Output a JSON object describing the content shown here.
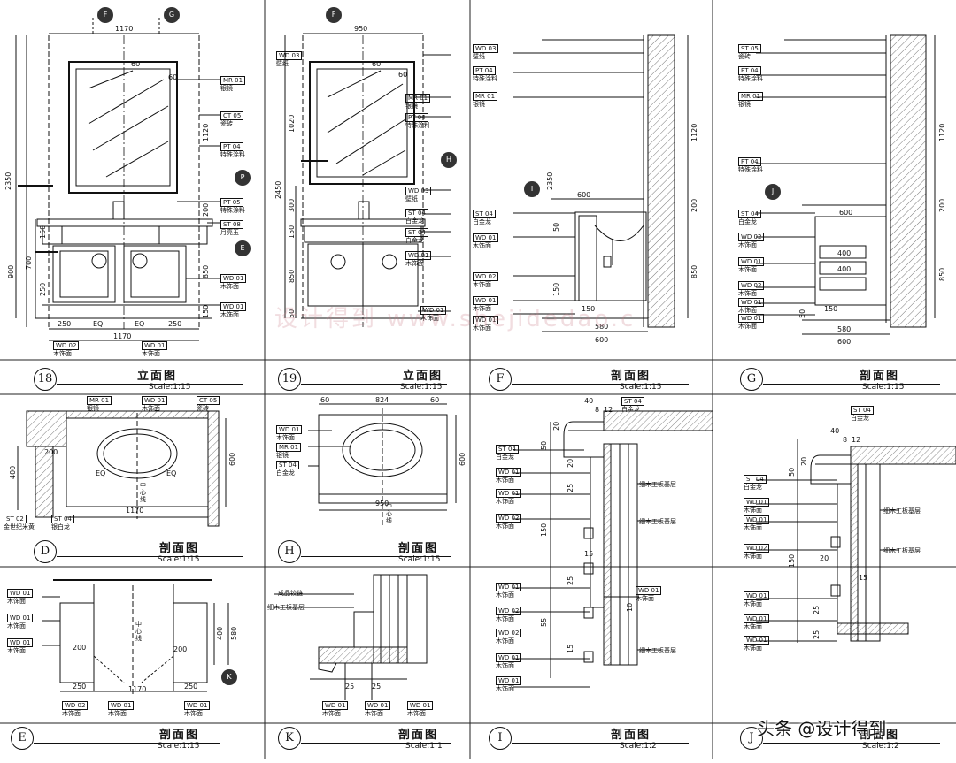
{
  "panels": [
    {
      "id": "18",
      "title": "立面图",
      "scale": "Scale:1:15"
    },
    {
      "id": "19",
      "title": "立面图",
      "scale": "Scale:1:15"
    },
    {
      "id": "F",
      "title": "剖面图",
      "scale": "Scale:1:15"
    },
    {
      "id": "G",
      "title": "剖面图",
      "scale": "Scale:1:15"
    },
    {
      "id": "D",
      "title": "剖面图",
      "scale": "Scale:1:15"
    },
    {
      "id": "H",
      "title": "剖面图",
      "scale": "Scale:1:15"
    },
    {
      "id": "E",
      "title": "剖面图",
      "scale": "Scale:1:15"
    },
    {
      "id": "K",
      "title": "剖面图",
      "scale": "Scale:1:1"
    },
    {
      "id": "I",
      "title": "剖面图",
      "scale": "Scale:1:2"
    },
    {
      "id": "J",
      "title": "剖面图",
      "scale": "Scale:1:2"
    }
  ],
  "p18": {
    "markers": [
      "F",
      "G",
      "P",
      "E"
    ],
    "dims": [
      "1170",
      "2350",
      "1120",
      "200",
      "150",
      "900",
      "700",
      "250",
      "850",
      "150",
      "250",
      "EQ",
      "EQ",
      "250",
      "1170",
      "60",
      "60"
    ],
    "tags": [
      {
        "code": "MR 01",
        "desc": "银镜"
      },
      {
        "code": "CT 05",
        "desc": "瓷砖"
      },
      {
        "code": "PT 04",
        "desc": "特殊涂料"
      },
      {
        "code": "PT 05",
        "desc": "特殊涂料"
      },
      {
        "code": "ST 08",
        "desc": "月亮玉"
      },
      {
        "code": "WD 01",
        "desc": "木饰面"
      },
      {
        "code": "WD 01",
        "desc": "木饰面"
      },
      {
        "code": "WD 02",
        "desc": "木饰面"
      },
      {
        "code": "WD 01",
        "desc": "木饰面"
      }
    ]
  },
  "p19": {
    "markers": [
      "F",
      "H"
    ],
    "dims": [
      "950",
      "2450",
      "1020",
      "300",
      "150",
      "850",
      "50",
      "60",
      "60"
    ],
    "tags": [
      {
        "code": "WD 03",
        "desc": "壁纸"
      },
      {
        "code": "MR 01",
        "desc": "银镜"
      },
      {
        "code": "PT 04",
        "desc": "特殊涂料"
      },
      {
        "code": "WD 03",
        "desc": "壁纸"
      },
      {
        "code": "ST 04",
        "desc": "白金龙"
      },
      {
        "code": "ST 04",
        "desc": "白金龙"
      },
      {
        "code": "WD 01",
        "desc": "木饰面"
      },
      {
        "code": "WD 01",
        "desc": "木饰面"
      }
    ]
  },
  "pF": {
    "markers": [
      "I"
    ],
    "dims": [
      "1120",
      "2350",
      "600",
      "200",
      "850",
      "50",
      "150",
      "580",
      "600",
      "150"
    ],
    "tags": [
      {
        "code": "WD 03",
        "desc": "壁纸"
      },
      {
        "code": "PT 04",
        "desc": "特殊涂料"
      },
      {
        "code": "MR 01",
        "desc": "银镜"
      },
      {
        "code": "ST 04",
        "desc": "白金龙"
      },
      {
        "code": "WD 01",
        "desc": "木饰面"
      },
      {
        "code": "WD 02",
        "desc": "木饰面"
      },
      {
        "code": "WD 01",
        "desc": "木饰面"
      },
      {
        "code": "WD 01",
        "desc": "木饰面"
      }
    ]
  },
  "pG": {
    "markers": [
      "J"
    ],
    "dims": [
      "1120",
      "600",
      "200",
      "850",
      "400",
      "400",
      "50",
      "150",
      "580",
      "600"
    ],
    "tags": [
      {
        "code": "ST 05",
        "desc": "瓷砖"
      },
      {
        "code": "PT 04",
        "desc": "特殊涂料"
      },
      {
        "code": "MR 01",
        "desc": "银镜"
      },
      {
        "code": "PT 04",
        "desc": "特殊涂料"
      },
      {
        "code": "ST 04",
        "desc": "白金龙"
      },
      {
        "code": "WD 02",
        "desc": "木饰面"
      },
      {
        "code": "WD 01",
        "desc": "木饰面"
      },
      {
        "code": "WD 02",
        "desc": "木饰面"
      },
      {
        "code": "WD 01",
        "desc": "木饰面"
      },
      {
        "code": "WD 01",
        "desc": "木饰面"
      }
    ]
  },
  "pD": {
    "dims": [
      "400",
      "200",
      "600",
      "EQ",
      "EQ",
      "1170"
    ],
    "center": "中心线",
    "tags": [
      {
        "code": "MR 01",
        "desc": "银镜"
      },
      {
        "code": "WD 01",
        "desc": "木饰面"
      },
      {
        "code": "CT 05",
        "desc": "瓷砖"
      },
      {
        "code": "ST 02",
        "desc": "金世纪米黄"
      },
      {
        "code": "ST 04",
        "desc": "银白龙"
      }
    ]
  },
  "pH": {
    "dims": [
      "60",
      "824",
      "60",
      "600",
      "950"
    ],
    "center": "中心线",
    "tags": [
      {
        "code": "WD 01",
        "desc": "木饰面"
      },
      {
        "code": "MR 01",
        "desc": "银镜"
      },
      {
        "code": "ST 04",
        "desc": "白金龙"
      }
    ]
  },
  "pE": {
    "markers": [
      "K"
    ],
    "dims": [
      "200",
      "400",
      "580",
      "200",
      "250",
      "1170",
      "250"
    ],
    "center": "中心线",
    "tags": [
      {
        "code": "WD 01",
        "desc": "木饰面"
      },
      {
        "code": "WD 01",
        "desc": "木饰面"
      },
      {
        "code": "WD 01",
        "desc": "木饰面"
      },
      {
        "code": "WD 02",
        "desc": "木饰面"
      },
      {
        "code": "WD 01",
        "desc": "木饰面"
      },
      {
        "code": "WD 01",
        "desc": "木饰面"
      }
    ]
  },
  "pK": {
    "notes": [
      "成品铰链",
      "细木工板基层"
    ],
    "dims": [
      "25",
      "25"
    ],
    "tags": [
      {
        "code": "WD 01",
        "desc": "木饰面"
      },
      {
        "code": "WD 01",
        "desc": "木饰面"
      },
      {
        "code": "WD 01",
        "desc": "木饰面"
      }
    ]
  },
  "pI": {
    "notes": [
      "细木工板基层",
      "细木工板基层",
      "细木工板基层"
    ],
    "dims": [
      "40",
      "8",
      "12",
      "20",
      "50",
      "150",
      "55",
      "15",
      "25",
      "15",
      "25",
      "20",
      "10"
    ],
    "tags": [
      {
        "code": "ST 04",
        "desc": "白金龙"
      },
      {
        "code": "ST 04",
        "desc": "白金龙"
      },
      {
        "code": "WD 01",
        "desc": "木饰面"
      },
      {
        "code": "WD 01",
        "desc": "木饰面"
      },
      {
        "code": "WD 02",
        "desc": "木饰面"
      },
      {
        "code": "WD 01",
        "desc": "木饰面"
      },
      {
        "code": "WD 02",
        "desc": "木饰面"
      },
      {
        "code": "WD 02",
        "desc": "木饰面"
      },
      {
        "code": "WD 01",
        "desc": "木饰面"
      },
      {
        "code": "WD 01",
        "desc": "木饰面"
      },
      {
        "code": "WD 01",
        "desc": "木饰面"
      }
    ]
  },
  "pJ": {
    "notes": [
      "细木工板基层",
      "细木工板基层"
    ],
    "dims": [
      "40",
      "8",
      "12",
      "20",
      "50",
      "150",
      "20",
      "15",
      "25",
      "25"
    ],
    "tags": [
      {
        "code": "ST 04",
        "desc": "白金龙"
      },
      {
        "code": "ST 04",
        "desc": "白金龙"
      },
      {
        "code": "WD 01",
        "desc": "木饰面"
      },
      {
        "code": "WD 01",
        "desc": "木饰面"
      },
      {
        "code": "WD 02",
        "desc": "木饰面"
      },
      {
        "code": "WD 01",
        "desc": "木饰面"
      },
      {
        "code": "WD 01",
        "desc": "木饰面"
      },
      {
        "code": "WD 01",
        "desc": "木饰面"
      }
    ]
  },
  "watermark": "设计得到 www.shejidedao.c",
  "credit": "头条 @设计得到"
}
